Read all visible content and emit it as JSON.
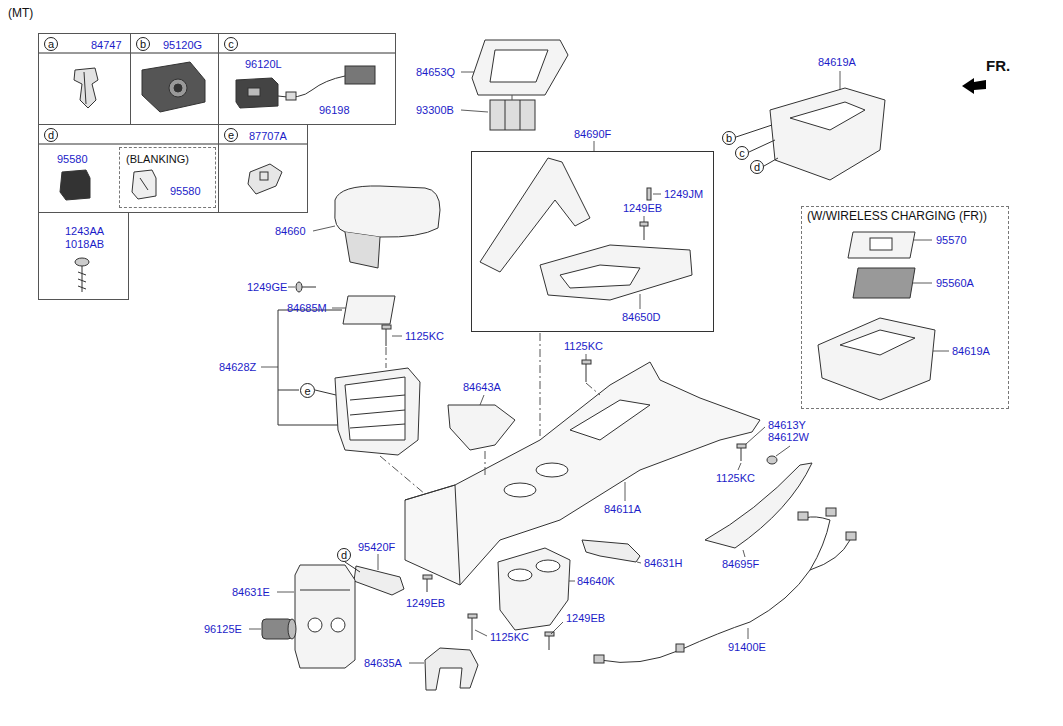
{
  "diagram": {
    "title": "(MT)",
    "nodes": [
      {
        "text": [
          "84747"
        ]
      },
      {
        "text": [
          "a"
        ],
        "in": 0
      },
      {
        "text": [
          "95120G"
        ]
      },
      {
        "text": [
          "b"
        ],
        "in": 2
      },
      {
        "text": [
          "96120L",
          "96198"
        ]
      },
      {
        "text": [
          "c"
        ],
        "in": 4
      },
      {
        "text": [
          "95580"
        ]
      },
      {
        "text": [
          "d"
        ],
        "in": 6
      },
      {
        "text": [
          "(BLANKING)",
          "95580"
        ],
        "in": 6
      },
      {
        "text": [
          "87707A"
        ]
      },
      {
        "text": [
          "e"
        ],
        "in": 9
      },
      {
        "text": [
          "1243AA 1018AB"
        ]
      },
      {
        "text": [
          "84690F"
        ]
      },
      {
        "text": [
          "(W/WIRELESS CHARGING (FR))"
        ]
      },
      {
        "text": [
          "b"
        ]
      },
      {
        "text": [
          "c"
        ]
      },
      {
        "text": [
          "d"
        ]
      },
      {
        "text": [
          "e"
        ]
      },
      {
        "text": [
          "d"
        ]
      }
    ],
    "labels": [
      "84653Q",
      "93300B",
      "1249JM",
      "1249EB",
      "84650D",
      "84619A",
      "FR.",
      "95570",
      "95560A",
      "84619A",
      "84660",
      "1249GE",
      "84685M",
      "1125KC",
      "84628Z",
      "84643A",
      "1125KC",
      "84611A",
      "84613Y",
      "84612W",
      "1125KC",
      "84695F",
      "91400E",
      "95420F",
      "84631E",
      "96125E",
      "1249EB",
      "84640K",
      "84631H",
      "1249EB",
      "1125KC",
      "84635A"
    ]
  }
}
